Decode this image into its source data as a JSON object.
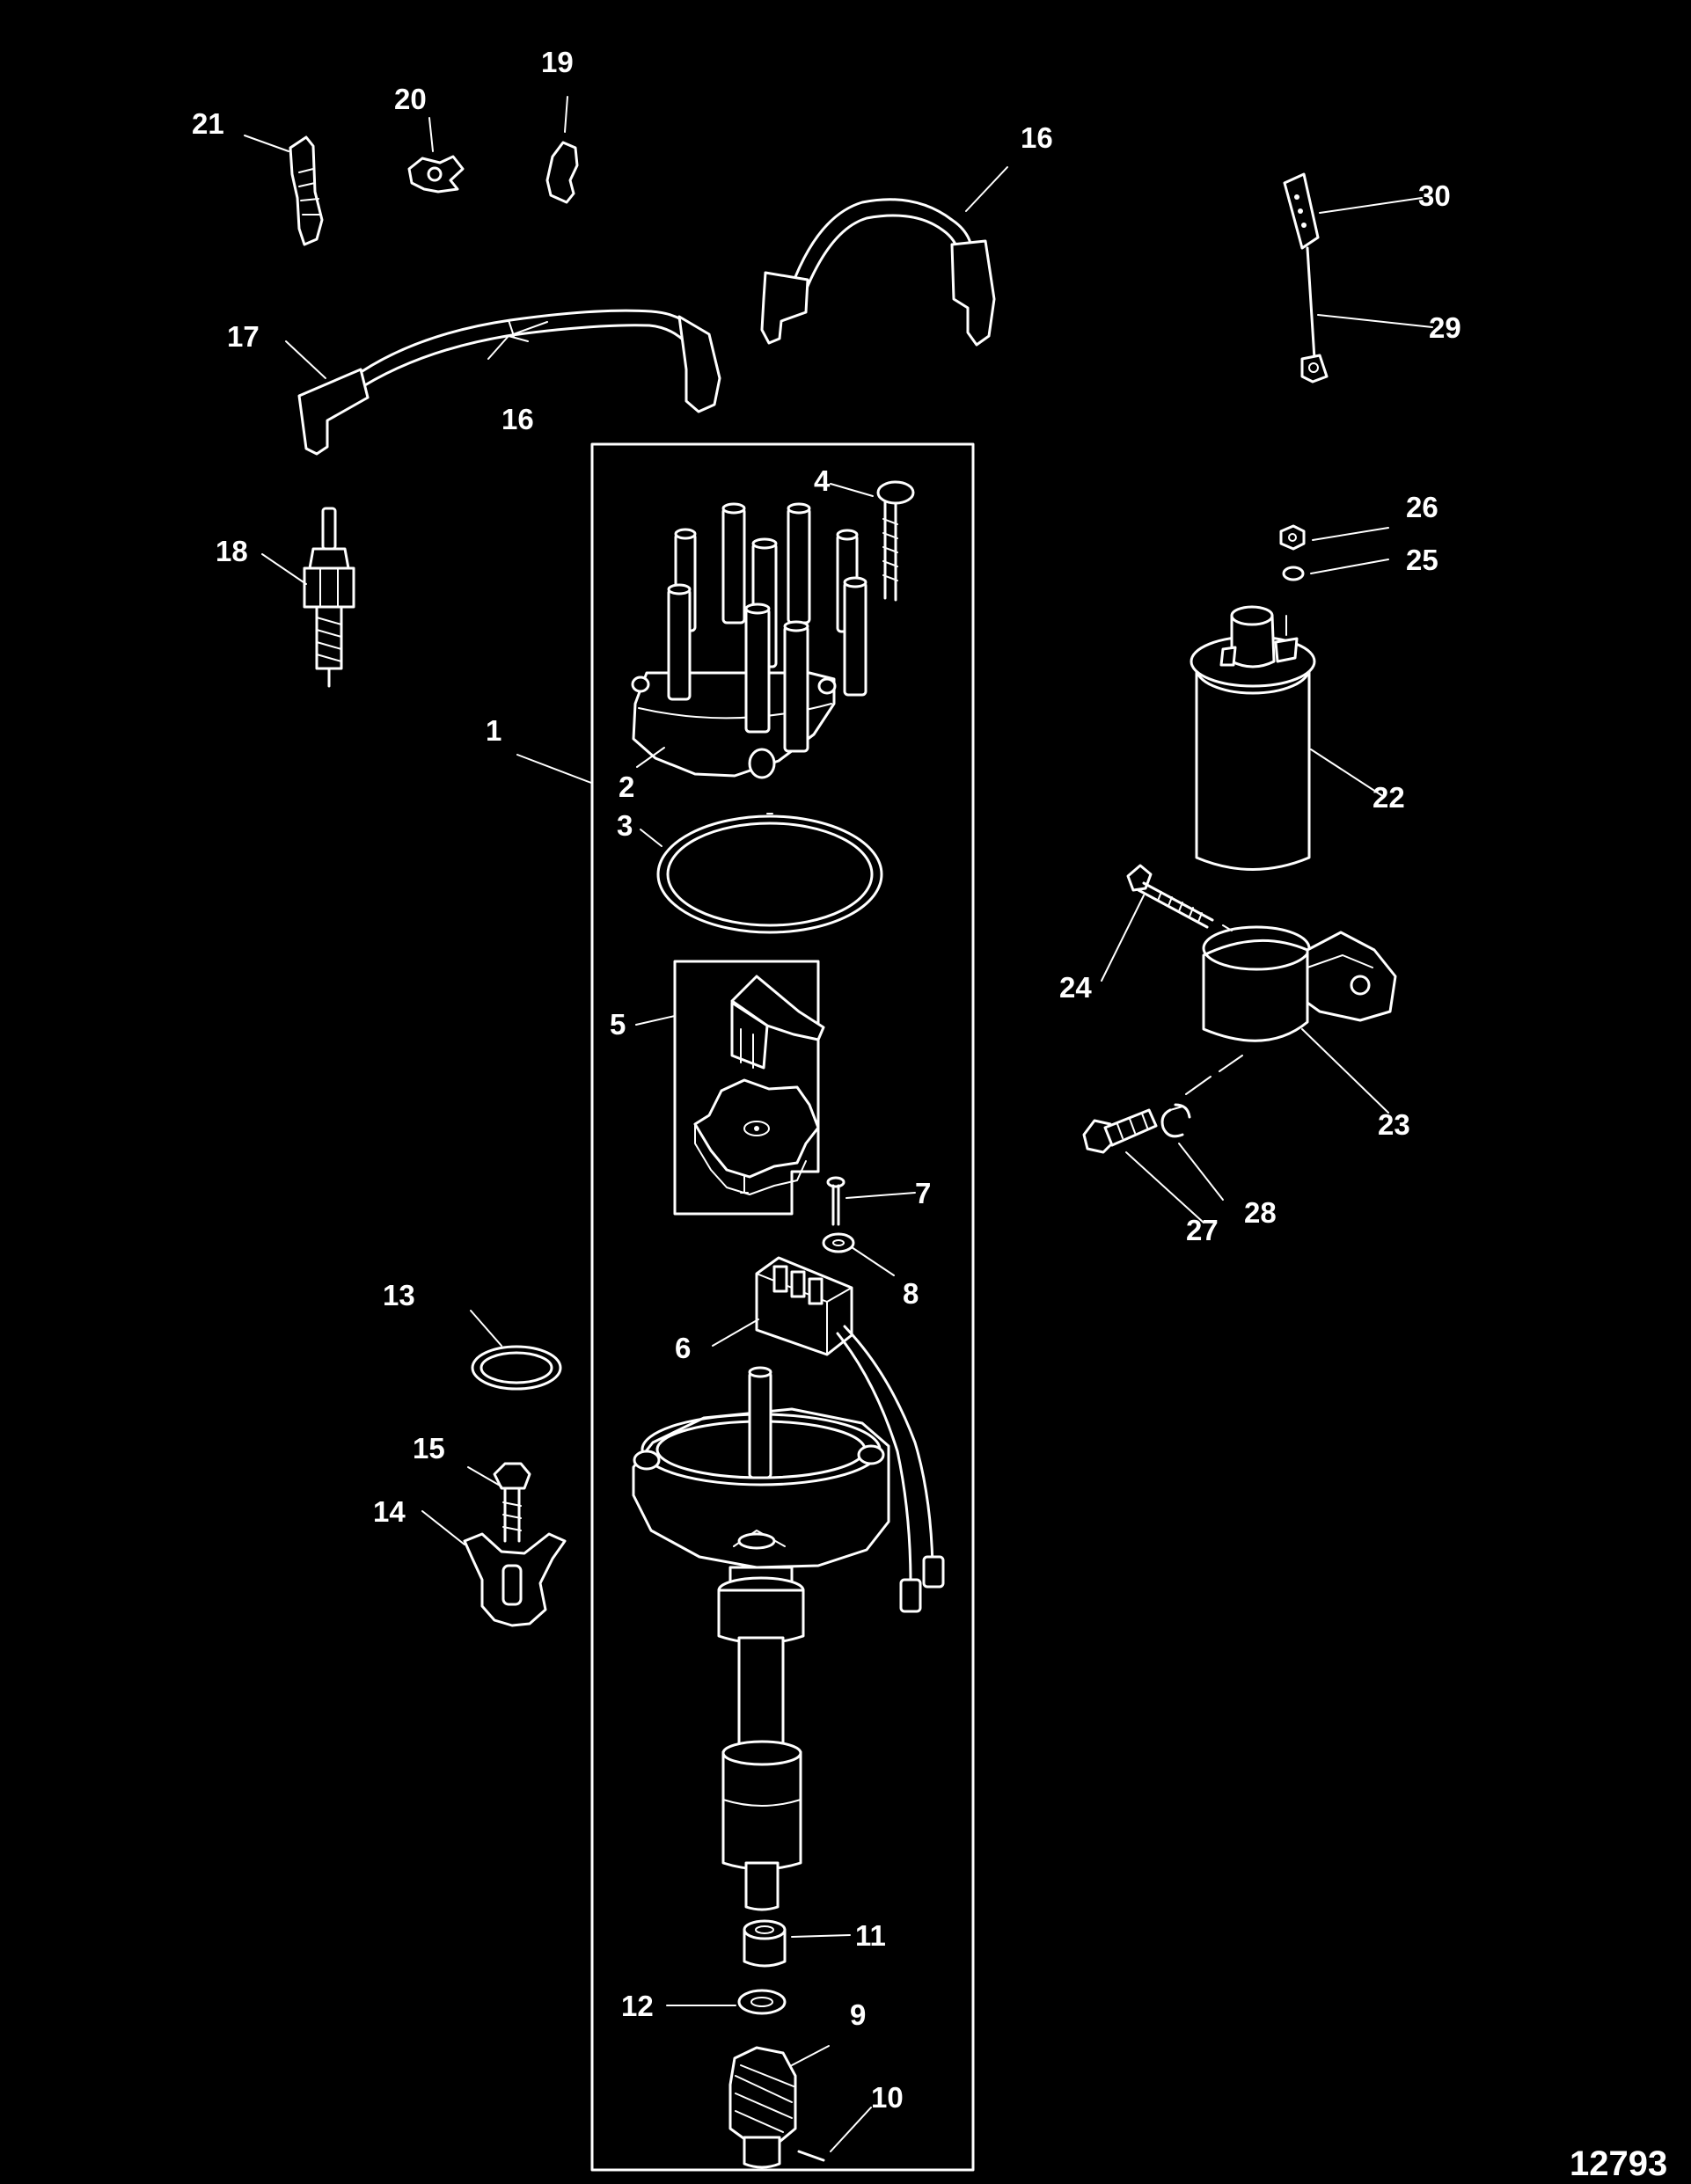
{
  "diagram": {
    "figure_number": "12793",
    "callouts": {
      "c1": "1",
      "c2": "2",
      "c3": "3",
      "c4": "4",
      "c5": "5",
      "c6": "6",
      "c7": "7",
      "c8": "8",
      "c9": "9",
      "c10": "10",
      "c11": "11",
      "c12": "12",
      "c13": "13",
      "c14": "14",
      "c15": "15",
      "c16a": "16",
      "c16b": "16",
      "c17": "17",
      "c18": "18",
      "c19": "19",
      "c20": "20",
      "c21": "21",
      "c22": "22",
      "c23": "23",
      "c24": "24",
      "c25": "25",
      "c26": "26",
      "c27": "27",
      "c28": "28",
      "c29": "29",
      "c30": "30"
    }
  }
}
